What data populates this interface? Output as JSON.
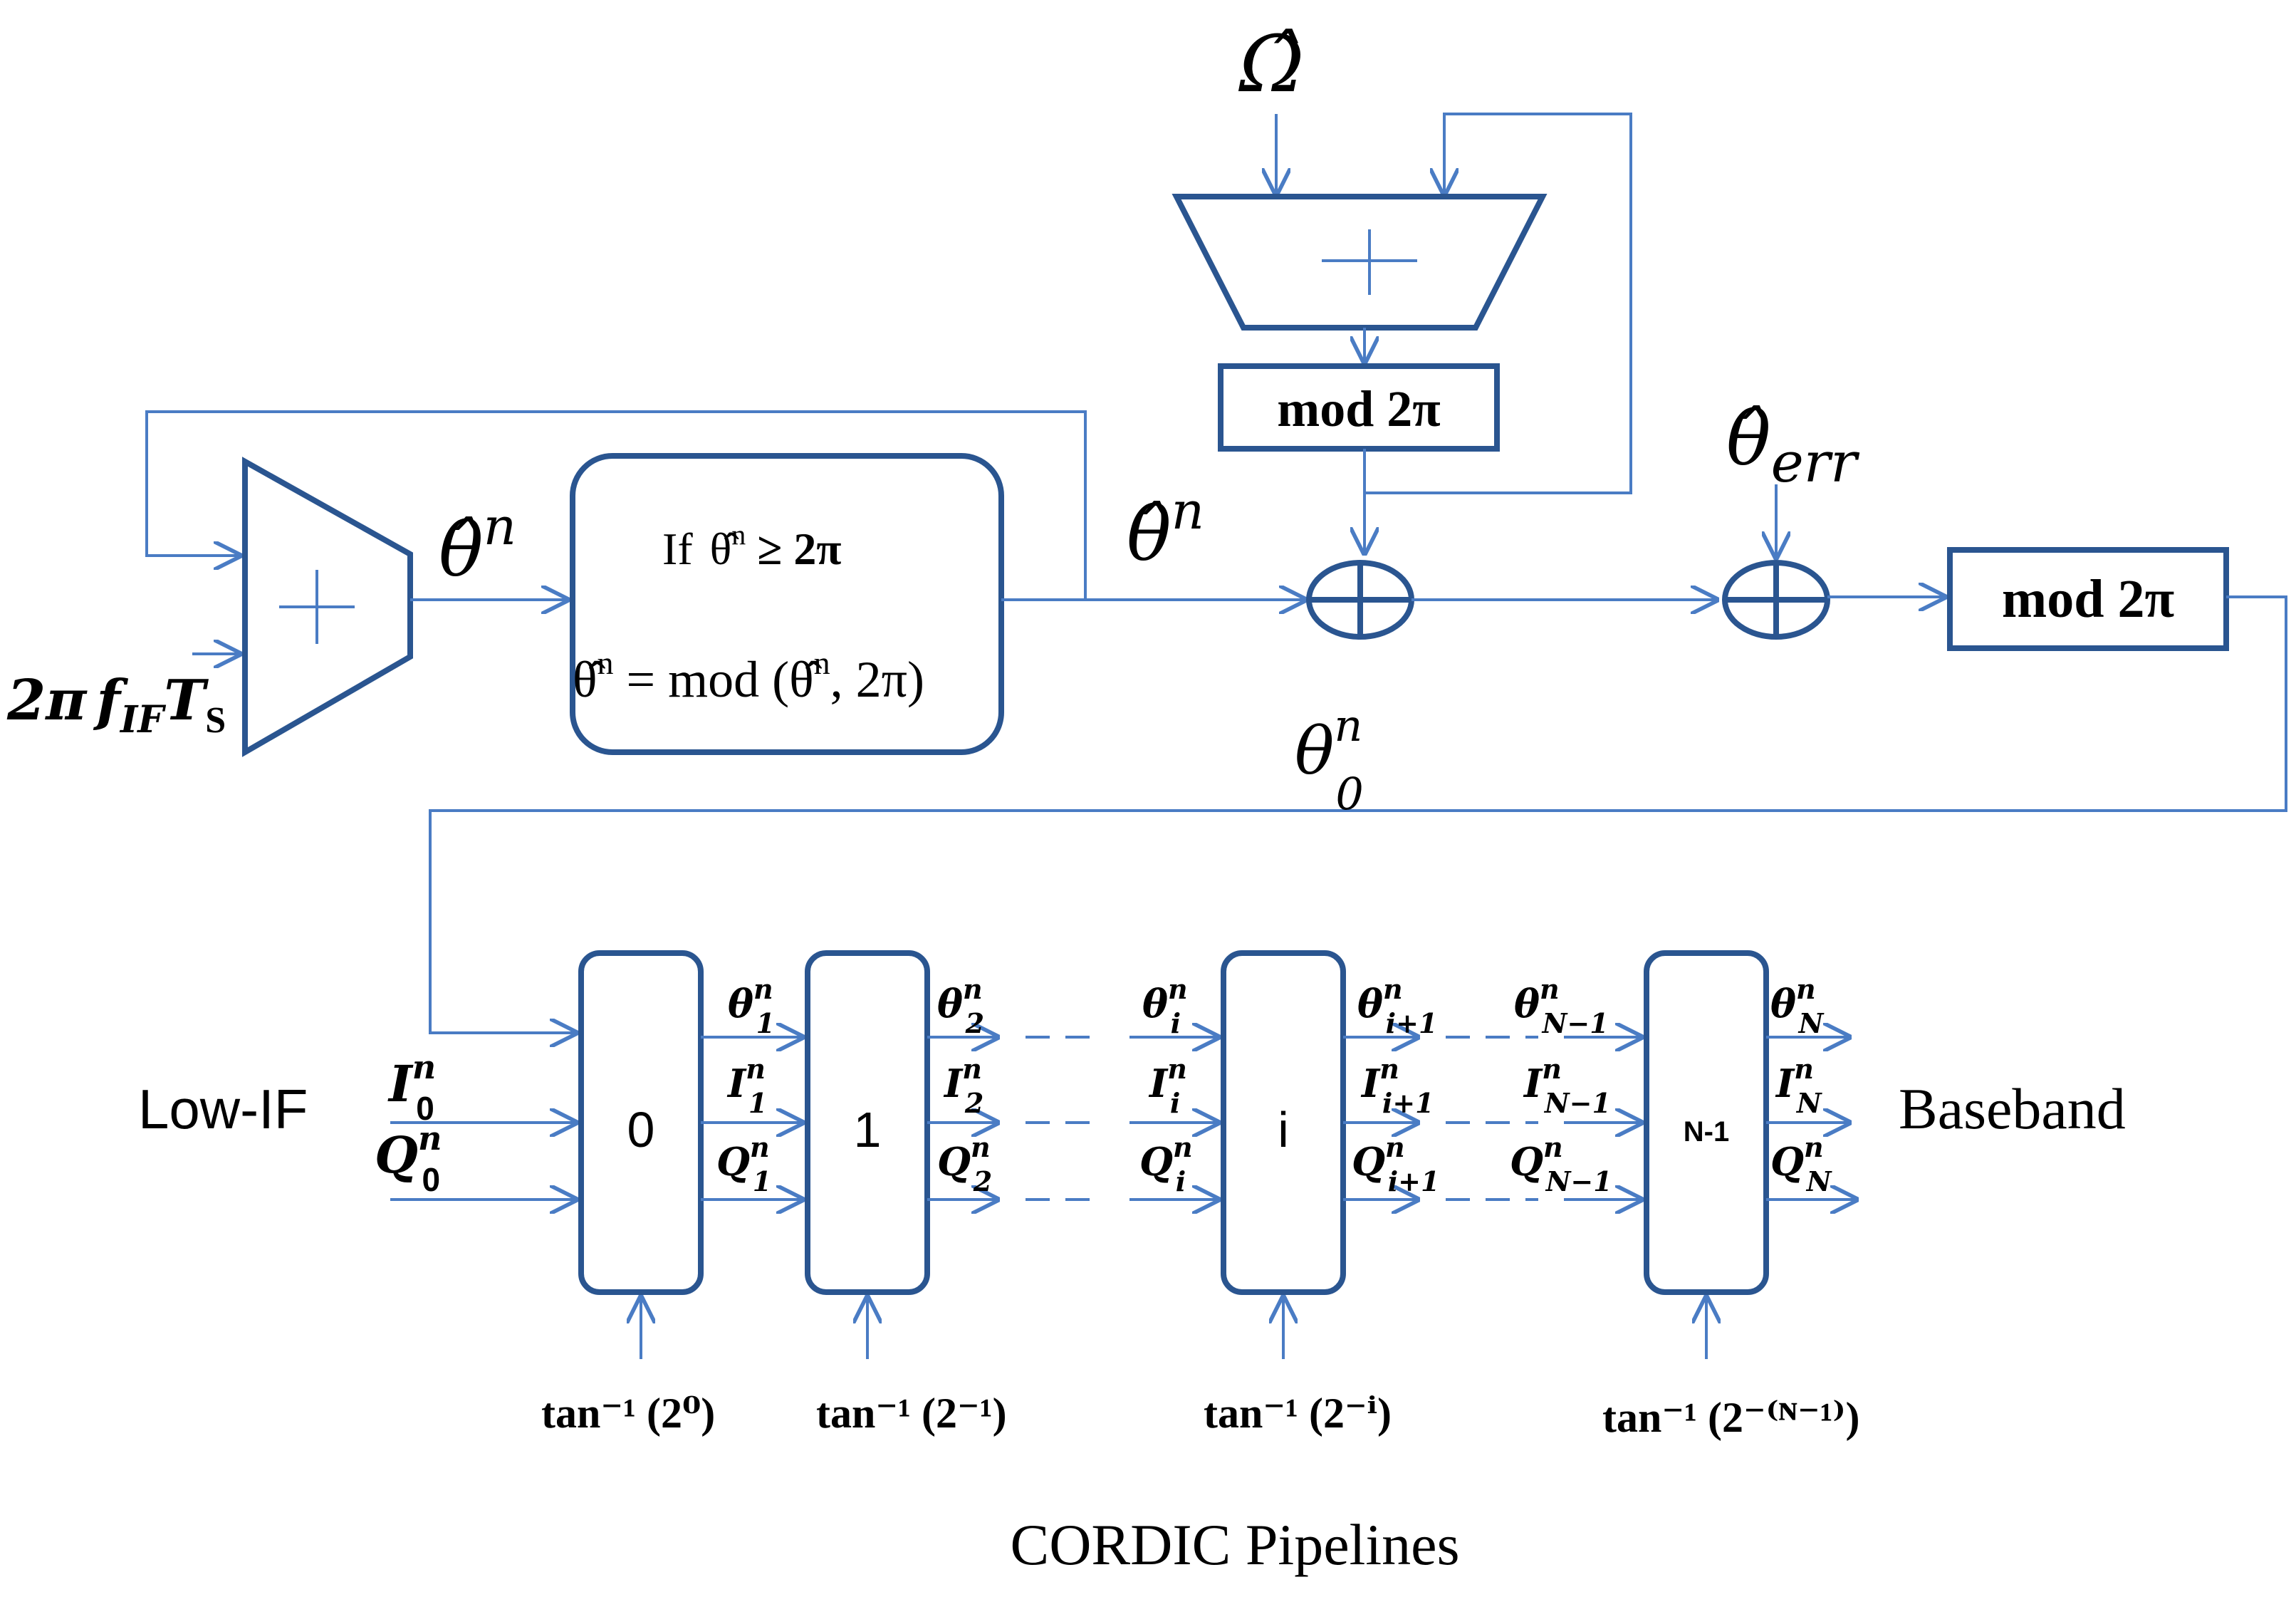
{
  "phase_accumulator": {
    "input_label": "2πf<sub>IF</sub>T<sub>S</sub>",
    "input_label_main": "2π",
    "input_label_f": "f",
    "input_label_f_sub": "IF",
    "input_label_t": "T",
    "input_label_t_sub": "S",
    "adder_symbol": "+",
    "output_label": "θ̂",
    "output_label_sup": "n"
  },
  "wrap_block": {
    "line1_if": "If",
    "line1_theta": "θ̂",
    "line1_sup": "n",
    "line1_rest": " ≥ 2π",
    "line2_theta": "θ̂",
    "line2_sup": "n",
    "line2_eq": " = mod (",
    "line2_theta2": "θ̂",
    "line2_sup2": "n",
    "line2_rest": ", 2π)"
  },
  "wrap_output": {
    "label": "θ̂",
    "sup": "n"
  },
  "carrier_loop": {
    "omega_label": "Ω̂",
    "adder_symbol": "+",
    "mod_block": "mod 2π"
  },
  "error_input": {
    "label": "θ̂",
    "sub": "err"
  },
  "final_mod": {
    "label": "mod 2π"
  },
  "theta0": {
    "label": "θ",
    "sup": "n",
    "sub": "0"
  },
  "cordic": {
    "left_label": "Low-IF",
    "right_label": "Baseband",
    "caption": "CORDIC Pipelines",
    "input_i": {
      "base": "I",
      "sup": "n",
      "sub": "0"
    },
    "input_q": {
      "base": "Q",
      "sup": "n",
      "sub": "0"
    },
    "stages": [
      {
        "label": "0",
        "angle": "tan⁻¹ (2⁰)",
        "out_sub": "1"
      },
      {
        "label": "1",
        "angle": "tan⁻¹ (2⁻¹)",
        "out_sub": "2"
      },
      {
        "label": "i",
        "angle": "tan⁻¹ (2⁻ⁱ)",
        "in_sub": "i",
        "out_sub": "i+1"
      },
      {
        "label": "N-1",
        "angle": "tan⁻¹ (2⁻⁽ᴺ⁻¹⁾)",
        "in_sub": "N−1",
        "out_sub": "N"
      }
    ]
  },
  "colors": {
    "wire": "#4a7cc4",
    "block_stroke": "#2a5590"
  }
}
